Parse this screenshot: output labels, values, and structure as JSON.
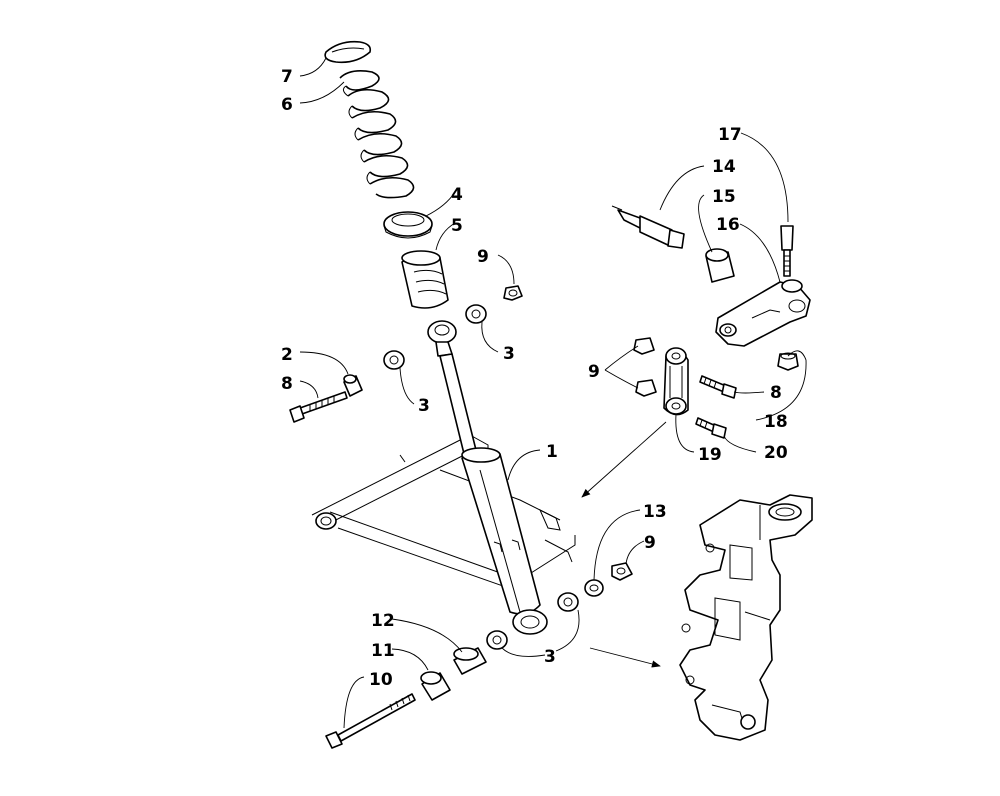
{
  "callouts": {
    "c1": "1",
    "c2": "2",
    "c3a": "3",
    "c3b": "3",
    "c3c": "3",
    "c4": "4",
    "c5": "5",
    "c6": "6",
    "c7": "7",
    "c8a": "8",
    "c8b": "8",
    "c9a": "9",
    "c9b": "9",
    "c9c": "9",
    "c10": "10",
    "c11": "11",
    "c12": "12",
    "c13": "13",
    "c14": "14",
    "c15": "15",
    "c16": "16",
    "c17": "17",
    "c18": "18",
    "c19": "19",
    "c20": "20"
  }
}
